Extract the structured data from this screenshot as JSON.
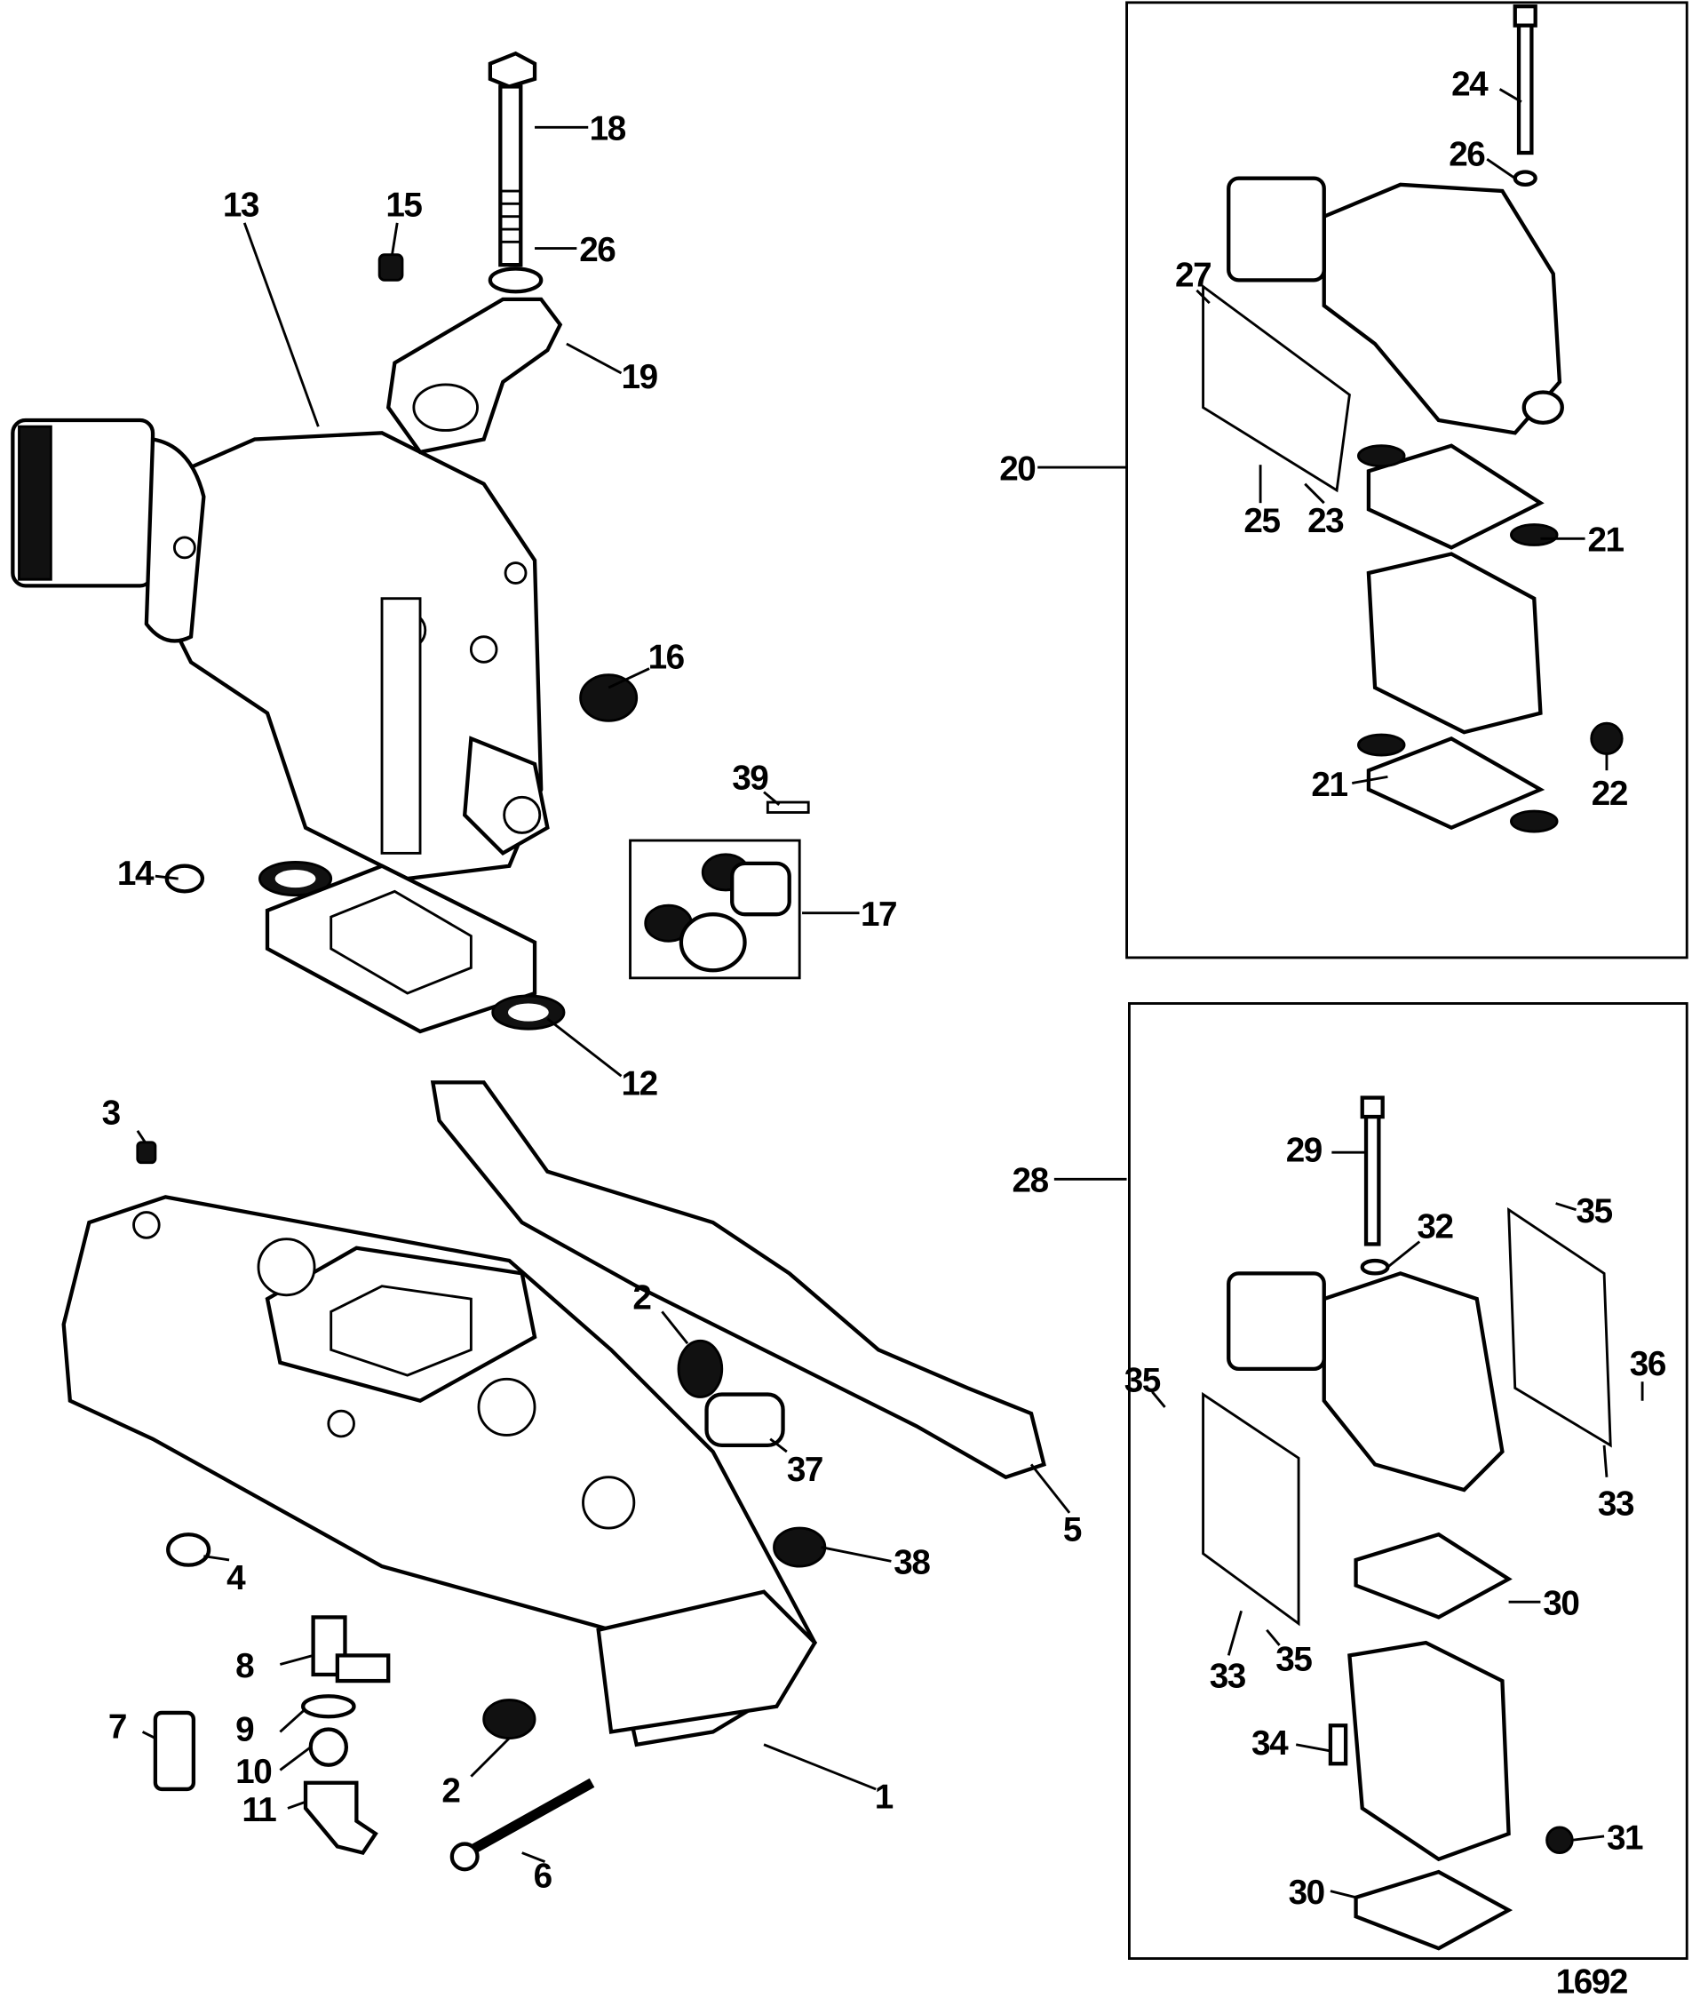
{
  "diagram": {
    "figure_number": "1692",
    "callouts": [
      "18",
      "13",
      "15",
      "26",
      "19",
      "16",
      "39",
      "14",
      "17",
      "12",
      "24",
      "26",
      "27",
      "20",
      "25",
      "23",
      "21",
      "21",
      "22",
      "3",
      "5",
      "2",
      "37",
      "38",
      "4",
      "8",
      "7",
      "9",
      "10",
      "11",
      "2",
      "1",
      "6",
      "28",
      "29",
      "32",
      "35",
      "35",
      "36",
      "33",
      "30",
      "35",
      "33",
      "34",
      "31",
      "30"
    ]
  }
}
